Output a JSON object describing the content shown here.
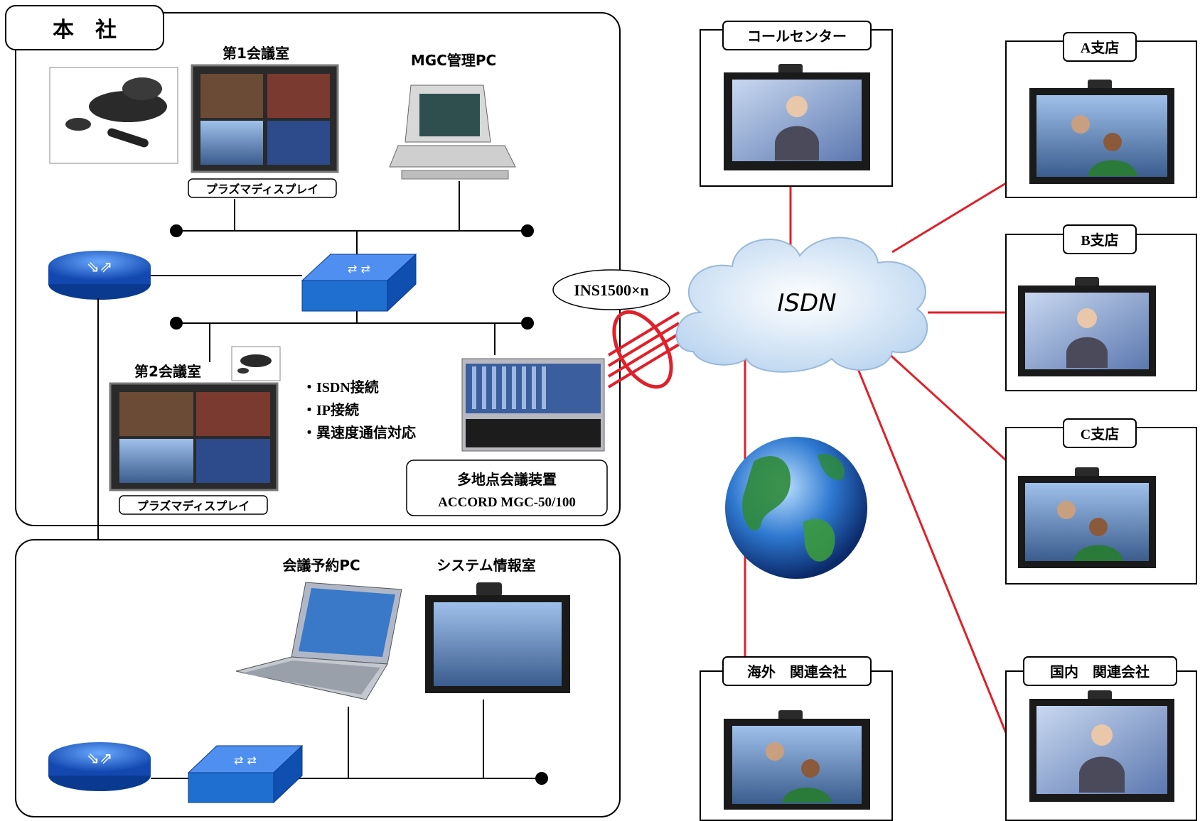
{
  "headquarters": {
    "title": "本　社",
    "room1": {
      "label": "第1会議室",
      "display": "プラズマディスプレイ"
    },
    "mgc_pc": {
      "label": "MGC管理PC"
    },
    "room2": {
      "label": "第2会議室",
      "display": "プラズマディスプレイ"
    },
    "features": [
      "・ISDN接続",
      "・IP接続",
      "・異速度通信対応"
    ],
    "mcu": {
      "name": "多地点会議装置",
      "model": "ACCORD MGC-50/100"
    }
  },
  "lower_office": {
    "booking_pc": {
      "label": "会議予約PC"
    },
    "system_room": {
      "label": "システム情報室"
    }
  },
  "network": {
    "link_label": "INS1500×n",
    "cloud_label": "ISDN"
  },
  "sites": {
    "call_center": "コールセンター",
    "branch_a": "A支店",
    "branch_b": "B支店",
    "branch_c": "C支店",
    "overseas": "海外　関連会社",
    "domestic": "国内　関連会社"
  },
  "colors": {
    "link_red": "#e0202a",
    "network_blue": "#1e6fd0",
    "cloud_fill": "#d6e6f6",
    "frame": "#000000"
  },
  "icons": [
    "router-icon",
    "switch-icon",
    "camera-icon",
    "monitor-icon",
    "globe-icon",
    "laptop-icon",
    "mcu-icon"
  ]
}
